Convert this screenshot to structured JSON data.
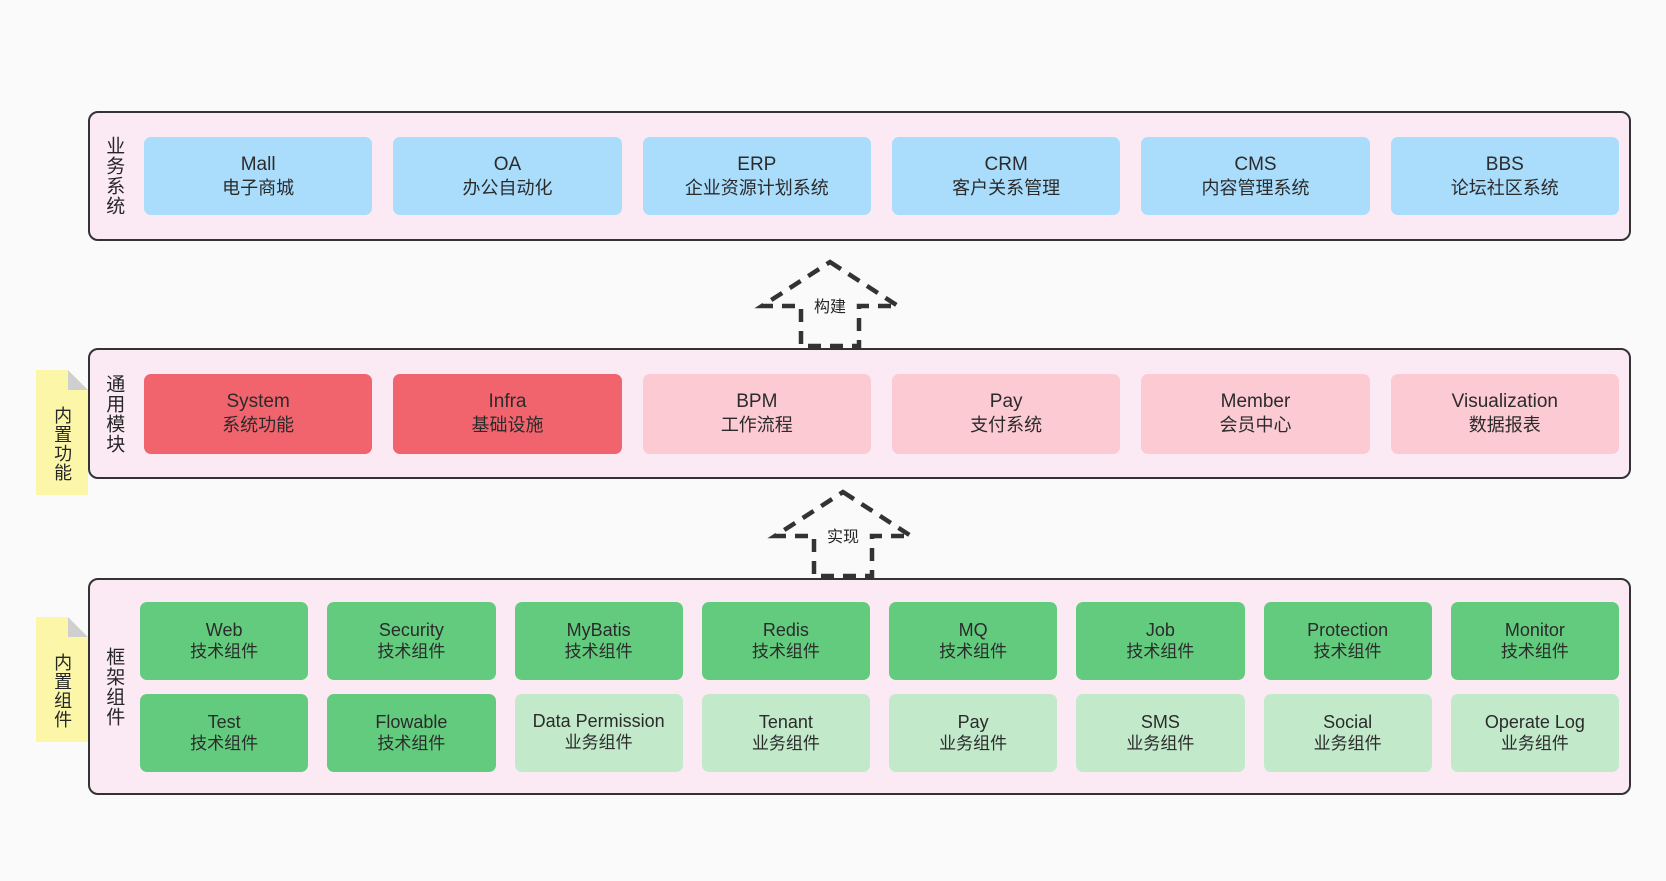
{
  "diagram": {
    "background": "#fafafa",
    "layers": [
      {
        "id": "business-system",
        "title": "业务系统",
        "items": [
          {
            "en": "Mall",
            "cn": "电子商城"
          },
          {
            "en": "OA",
            "cn": "办公自动化"
          },
          {
            "en": "ERP",
            "cn": "企业资源计划系统"
          },
          {
            "en": "CRM",
            "cn": "客户关系管理"
          },
          {
            "en": "CMS",
            "cn": "内容管理系统"
          },
          {
            "en": "BBS",
            "cn": "论坛社区系统"
          }
        ]
      },
      {
        "id": "common-module",
        "title": "通用模块",
        "items": [
          {
            "en": "System",
            "cn": "系统功能",
            "emphasis": "strong"
          },
          {
            "en": "Infra",
            "cn": "基础设施",
            "emphasis": "strong"
          },
          {
            "en": "BPM",
            "cn": "工作流程",
            "emphasis": "light"
          },
          {
            "en": "Pay",
            "cn": "支付系统",
            "emphasis": "light"
          },
          {
            "en": "Member",
            "cn": "会员中心",
            "emphasis": "light"
          },
          {
            "en": "Visualization",
            "cn": "数据报表",
            "emphasis": "light"
          }
        ]
      },
      {
        "id": "framework-component",
        "title": "框架组件",
        "rows": [
          [
            {
              "en": "Web",
              "cn": "技术组件"
            },
            {
              "en": "Security",
              "cn": "技术组件"
            },
            {
              "en": "MyBatis",
              "cn": "技术组件"
            },
            {
              "en": "Redis",
              "cn": "技术组件"
            },
            {
              "en": "MQ",
              "cn": "技术组件"
            },
            {
              "en": "Job",
              "cn": "技术组件"
            },
            {
              "en": "Protection",
              "cn": "技术组件"
            },
            {
              "en": "Monitor",
              "cn": "技术组件"
            }
          ],
          [
            {
              "en": "Test",
              "cn": "技术组件",
              "kind": "tech"
            },
            {
              "en": "Flowable",
              "cn": "技术组件",
              "kind": "tech"
            },
            {
              "en": "Data Permission",
              "cn": "业务组件",
              "kind": "biz"
            },
            {
              "en": "Tenant",
              "cn": "业务组件",
              "kind": "biz"
            },
            {
              "en": "Pay",
              "cn": "业务组件",
              "kind": "biz"
            },
            {
              "en": "SMS",
              "cn": "业务组件",
              "kind": "biz"
            },
            {
              "en": "Social",
              "cn": "业务组件",
              "kind": "biz"
            },
            {
              "en": "Operate Log",
              "cn": "业务组件",
              "kind": "biz"
            }
          ]
        ]
      }
    ],
    "arrows": [
      {
        "id": "build-arrow",
        "label": "构建"
      },
      {
        "id": "implement-arrow",
        "label": "实现"
      }
    ],
    "notes": [
      {
        "id": "builtin-feature-note",
        "text": "内置功能"
      },
      {
        "id": "builtin-component-note",
        "text": "内置组件"
      }
    ],
    "colors": {
      "panel_bg": "#fbeaf4",
      "panel_border": "#333333",
      "business_box": "#aadcfb",
      "module_strong": "#f1646e",
      "module_light": "#fbcad3",
      "component_tech": "#63cb7e",
      "component_business": "#c2e9ca",
      "sticky_note": "#fbf6a8",
      "sticky_fold": "#cfcfcf"
    }
  }
}
